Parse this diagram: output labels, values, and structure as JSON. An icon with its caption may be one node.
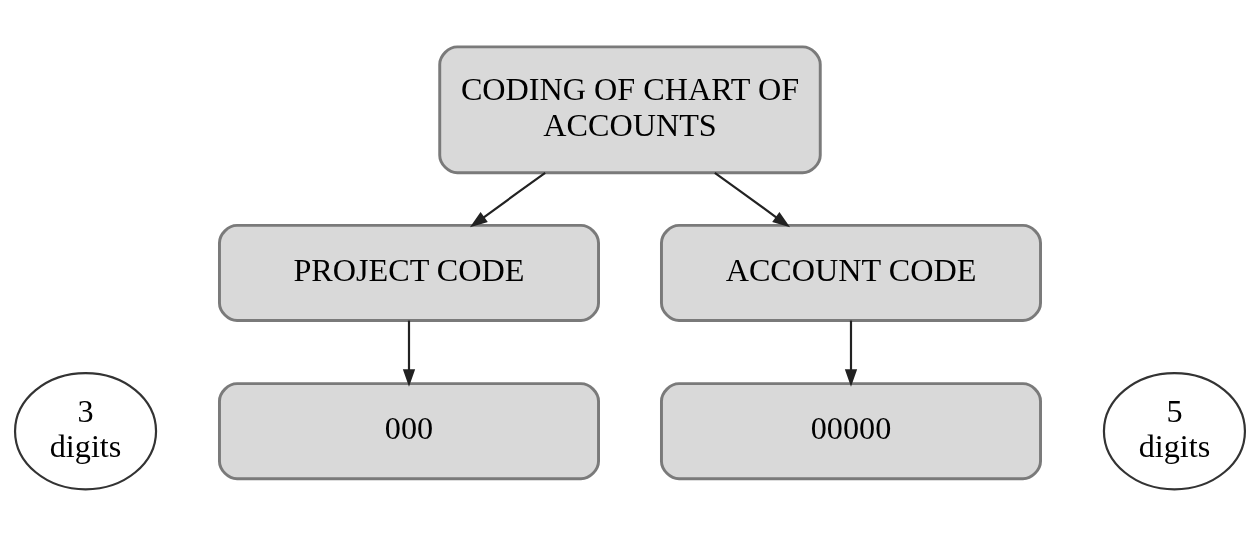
{
  "diagram": {
    "nodes": [
      {
        "text": [
          "CODING OF CHART OF ACCOUNTS"
        ]
      },
      {
        "text": [
          "PROJECT CODE"
        ]
      },
      {
        "text": [
          "ACCOUNT CODE"
        ]
      },
      {
        "text": [
          "000"
        ]
      },
      {
        "text": [
          "00000"
        ]
      },
      {
        "text": [
          "3 digits"
        ]
      },
      {
        "text": [
          "5 digits"
        ]
      }
    ],
    "edges": [
      {
        "from": 0,
        "to": 1,
        "arrow": "to"
      },
      {
        "from": 0,
        "to": 2,
        "arrow": "to"
      },
      {
        "from": 1,
        "to": 3,
        "arrow": "to"
      },
      {
        "from": 2,
        "to": 4,
        "arrow": "to"
      }
    ]
  }
}
